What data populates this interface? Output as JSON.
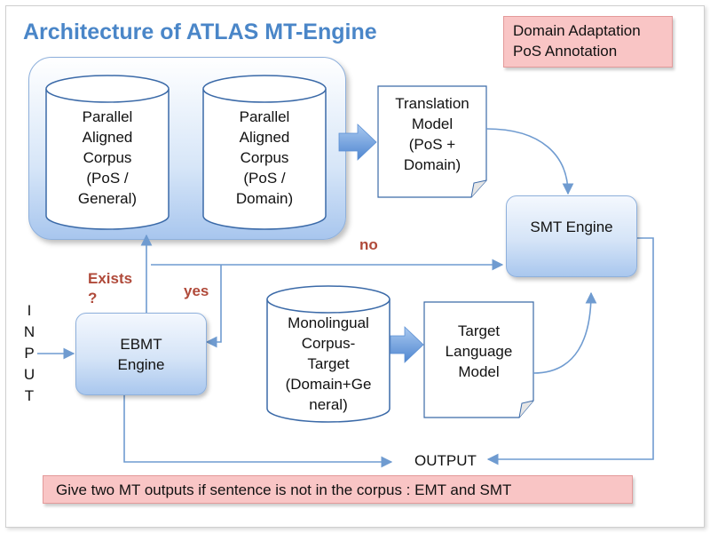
{
  "title": "Architecture of ATLAS MT-Engine",
  "note": {
    "line1": "Domain Adaptation",
    "line2": "PoS Annotation"
  },
  "corpora": {
    "general": [
      "Parallel",
      "Aligned",
      "Corpus",
      "(PoS /",
      "General)"
    ],
    "domain": [
      "Parallel",
      "Aligned",
      "Corpus",
      "(PoS /",
      "Domain)"
    ],
    "monolingual": [
      "Monolingual",
      "Corpus-",
      "Target",
      "(Domain+Ge",
      "neral)"
    ]
  },
  "translation_model": [
    "Translation",
    "Model",
    "(PoS +",
    "Domain)"
  ],
  "target_language_model": [
    "Target",
    "Language",
    "Model"
  ],
  "smt_engine": "SMT Engine",
  "ebmt_engine": [
    "EBMT",
    "Engine"
  ],
  "labels": {
    "no": "no",
    "yes": "yes",
    "exists_line1": "Exists",
    "exists_line2": "?",
    "output": "OUTPUT"
  },
  "input_letters": [
    "I",
    "N",
    "P",
    "U",
    "T"
  ],
  "footer": "Give two MT outputs if sentence is not in the corpus : EMT and SMT",
  "colors": {
    "title": "#4a86c8",
    "accent_red": "#b04a3a",
    "note_fill": "#f9c5c5",
    "arrow": "#6f9bd0"
  }
}
